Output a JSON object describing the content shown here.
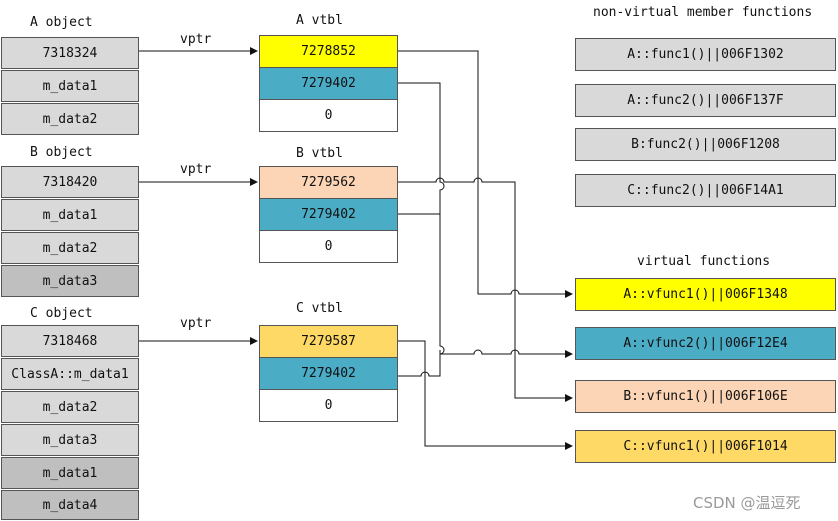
{
  "objects": {
    "a": {
      "title": "A object",
      "cells": [
        "7318324",
        "m_data1",
        "m_data2"
      ]
    },
    "b": {
      "title": "B object",
      "cells": [
        "7318420",
        "m_data1",
        "m_data2",
        "m_data3"
      ]
    },
    "c": {
      "title": "C object",
      "cells": [
        "7318468",
        "ClassA::m_data1",
        "m_data2",
        "m_data3",
        "m_data1",
        "m_data4"
      ]
    }
  },
  "vptr_label": "vptr",
  "vtables": {
    "a": {
      "title": "A vtbl",
      "cells": [
        "7278852",
        "7279402",
        "0"
      ]
    },
    "b": {
      "title": "B vtbl",
      "cells": [
        "7279562",
        "7279402",
        "0"
      ]
    },
    "c": {
      "title": "C vtbl",
      "cells": [
        "7279587",
        "7279402",
        "0"
      ]
    }
  },
  "nonvirtual": {
    "title": "non-virtual member functions",
    "items": [
      "A::func1()||006F1302",
      "A::func2()||006F137F",
      "B:func2()||006F1208",
      "C::func2()||006F14A1"
    ]
  },
  "virtual": {
    "title": "virtual functions",
    "items": [
      "A::vfunc1()||006F1348",
      "A::vfunc2()||006F12E4",
      "B::vfunc1()||006F106E",
      "C::vfunc1()||006F1014"
    ]
  },
  "watermark": "CSDN @温逗死",
  "colors": {
    "yellow": "#ffff00",
    "blue": "#4bacc6",
    "peach": "#fbd5b5",
    "gold": "#ffd966",
    "gray": "#d9d9d9",
    "darkgray": "#bfbfbf"
  }
}
